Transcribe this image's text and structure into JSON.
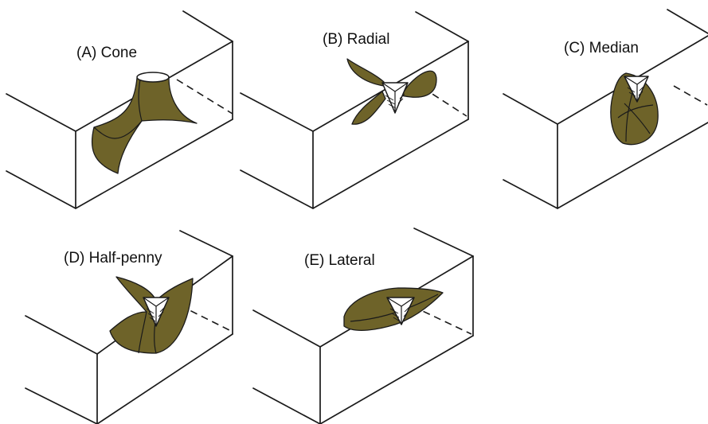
{
  "figure": {
    "panels": [
      {
        "id": "A",
        "label": "(A) Cone"
      },
      {
        "id": "B",
        "label": "(B) Radial"
      },
      {
        "id": "C",
        "label": "(C) Median"
      },
      {
        "id": "D",
        "label": "(D) Half-penny"
      },
      {
        "id": "E",
        "label": "(E) Lateral"
      }
    ],
    "colors": {
      "crack_fill": "#6e6329",
      "line": "#1a1a1a",
      "background": "#ffffff"
    }
  }
}
